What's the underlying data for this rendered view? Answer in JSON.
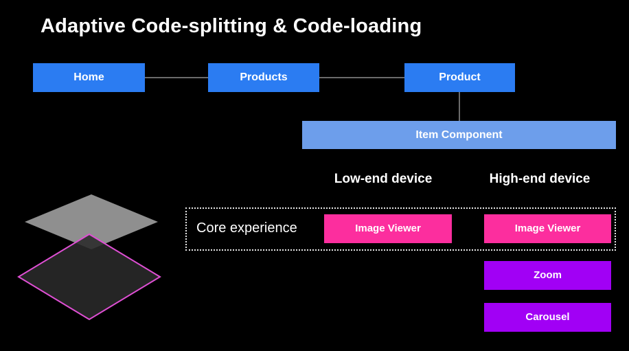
{
  "title": "Adaptive Code-splitting & Code-loading",
  "nav_tree": {
    "nodes": [
      {
        "label": "Home"
      },
      {
        "label": "Products"
      },
      {
        "label": "Product"
      }
    ],
    "child": {
      "label": "Item Component"
    }
  },
  "device_columns": [
    {
      "label": "Low-end device"
    },
    {
      "label": "High-end device"
    }
  ],
  "core_experience": {
    "label": "Core experience",
    "modules": [
      {
        "label": "Image Viewer",
        "column": "low-end"
      },
      {
        "label": "Image Viewer",
        "column": "high-end"
      }
    ]
  },
  "enhanced_modules": [
    {
      "label": "Zoom"
    },
    {
      "label": "Carousel"
    }
  ],
  "colors": {
    "background": "#000000",
    "route_node_blue": "#2b7cf2",
    "item_component_blue": "#6d9eeb",
    "core_module_pink": "#fc2e9e",
    "enhanced_module_purple": "#a100f5",
    "connector_gray": "#6b6b6b",
    "diamond_outline_magenta": "#df4fd4",
    "diamond_gray": "#9b9b9b"
  },
  "illustration": {
    "name": "layered-diamonds"
  }
}
